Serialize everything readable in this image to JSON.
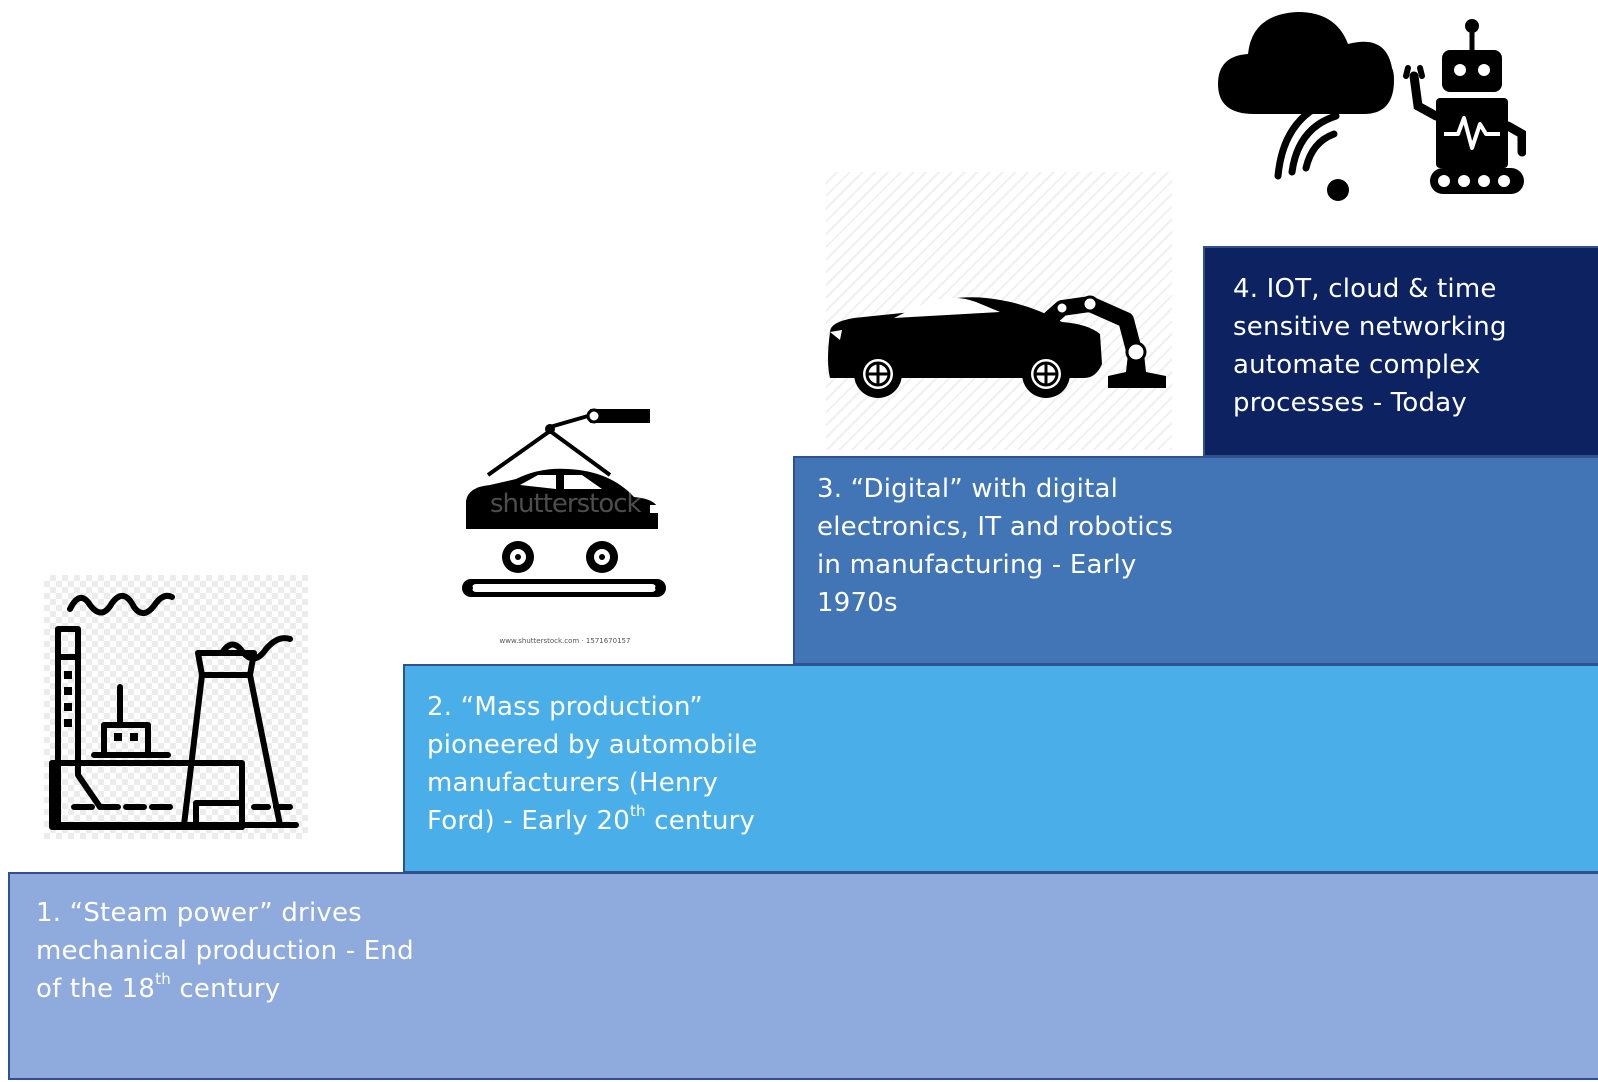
{
  "steps": [
    {
      "text_a": "1. “Steam power” drives mechanical production - End of the 18",
      "sup": "th",
      "text_b": " century",
      "color": "#8faadc"
    },
    {
      "text_a": "2. “Mass production” pioneered by automobile manufacturers (Henry Ford) - Early 20",
      "sup": "th",
      "text_b": " century",
      "color": "#4aaee8"
    },
    {
      "text": "3. “Digital”  with digital electronics, IT and robotics in manufacturing - Early 1970s",
      "color": "#4275b5"
    },
    {
      "text": "4. IOT, cloud & time sensitive networking automate complex processes  - Today",
      "color": "#0d2260"
    }
  ],
  "illustrations": {
    "factory": "factory-icon",
    "car_assembly": "car-assembly-icon",
    "car_robot_arm": "car-robot-arm-icon",
    "cloud_robot": "cloud-robot-icon",
    "stock_caption": "www.shutterstock.com · 1571670157",
    "stock_watermark": "shutterstock"
  },
  "border_color": "#2f528f"
}
